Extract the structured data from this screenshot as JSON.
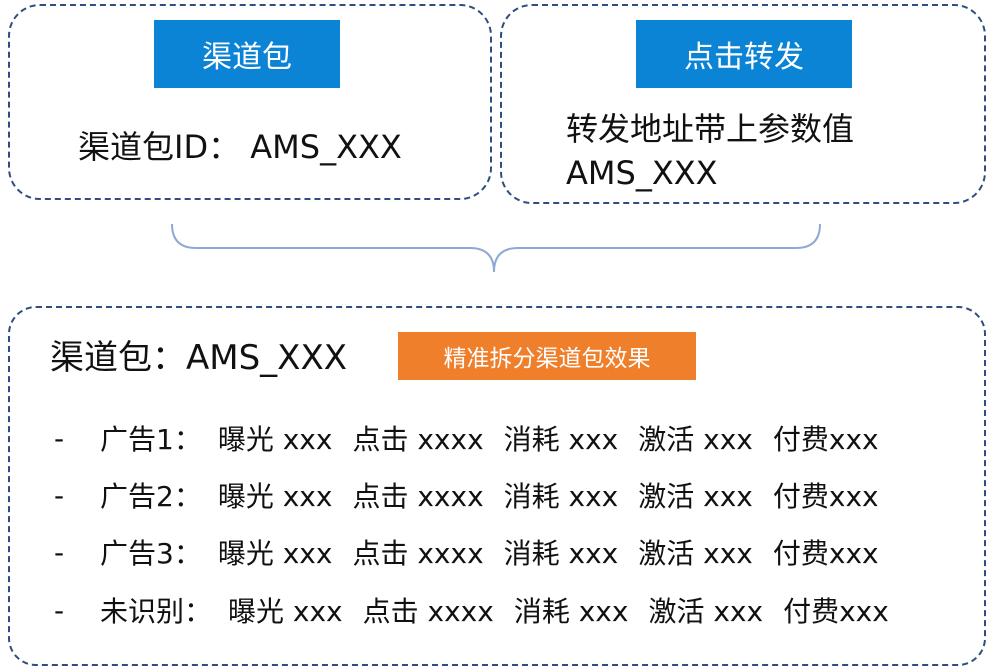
{
  "top_left": {
    "tag": "渠道包",
    "text": "渠道包ID： AMS_XXX"
  },
  "top_right": {
    "tag": "点击转发",
    "text_line1": "转发地址带上参数值",
    "text_line2": "AMS_XXX"
  },
  "result": {
    "title": "渠道包：AMS_XXX",
    "tag": "精准拆分渠道包效果",
    "rows": [
      {
        "dash": "-",
        "label": "广告1：",
        "m1": "曝光 xxx",
        "m2": "点击 xxxx",
        "m3": "消耗 xxx",
        "m4": "激活 xxx",
        "m5": "付费xxx"
      },
      {
        "dash": "-",
        "label": "广告2：",
        "m1": "曝光 xxx",
        "m2": "点击 xxxx",
        "m3": "消耗 xxx",
        "m4": "激活 xxx",
        "m5": "付费xxx"
      },
      {
        "dash": "-",
        "label": "广告3：",
        "m1": "曝光 xxx",
        "m2": "点击 xxxx",
        "m3": "消耗 xxx",
        "m4": "激活 xxx",
        "m5": "付费xxx"
      },
      {
        "dash": "-",
        "label": "未识别：",
        "m1": "曝光 xxx",
        "m2": "点击 xxxx",
        "m3": "消耗 xxx",
        "m4": "激活 xxx",
        "m5": "付费xxx"
      }
    ]
  },
  "colors": {
    "border": "#2f4d7e",
    "blue_tag": "#0b84d6",
    "orange_tag": "#f07f2c"
  }
}
